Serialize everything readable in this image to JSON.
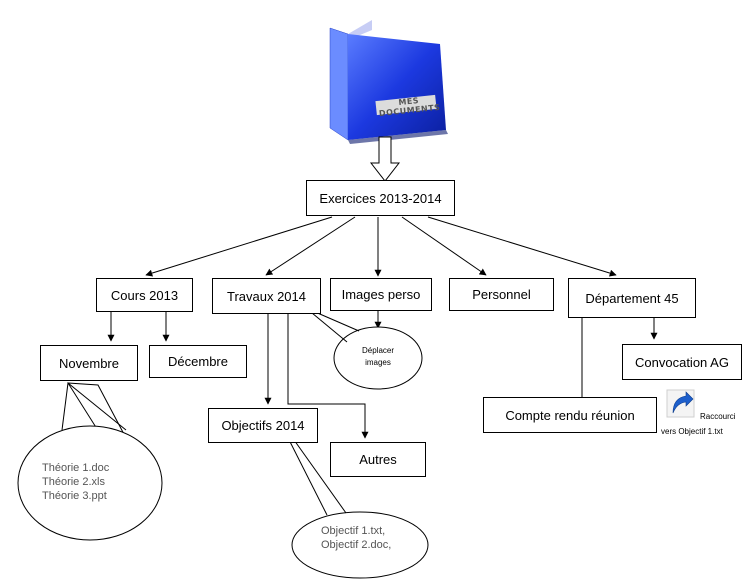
{
  "folder_icon": {
    "label": "MES DOCUMENTS"
  },
  "root": {
    "label": "Exercices 2013-2014"
  },
  "level1": {
    "cours": "Cours 2013",
    "travaux": "Travaux 2014",
    "images": "Images perso",
    "personnel": "Personnel",
    "departement": "Département 45"
  },
  "level2": {
    "novembre": "Novembre",
    "decembre": "Décembre",
    "objectifs": "Objectifs 2014",
    "autres": "Autres",
    "compte_rendu": "Compte rendu réunion",
    "convocation": "Convocation AG"
  },
  "bubbles": {
    "theorie": [
      "Théorie 1.doc",
      "Théorie 2.xls",
      "Théorie 3.ppt"
    ],
    "objectif": [
      "Objectif 1.txt,",
      "Objectif 2.doc,"
    ],
    "deplacer": [
      "Déplacer",
      "images"
    ]
  },
  "shortcut": {
    "line1": "Raccourci",
    "line2": "vers Objectif 1.txt",
    "icon": "shortcut-arrow-icon"
  }
}
